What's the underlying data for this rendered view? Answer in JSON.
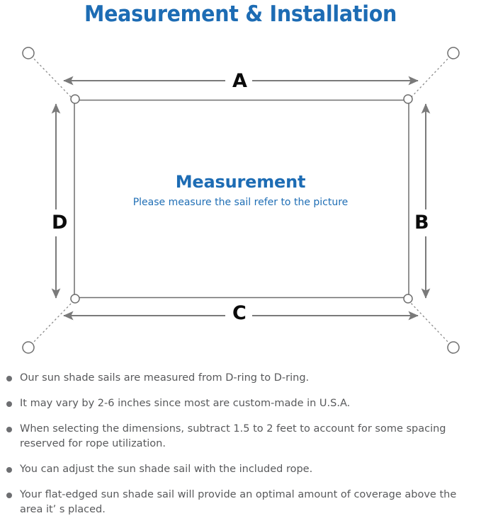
{
  "page": {
    "title": "Measurement & Installation",
    "title_color": "#1d6cb4"
  },
  "diagram": {
    "name": "sun-shade-sail-measurement-diagram",
    "center_heading": "Measurement",
    "center_subtext": "Please measure the sail refer to the picture",
    "dimension_labels": {
      "top": "A",
      "right": "B",
      "bottom": "C",
      "left": "D"
    },
    "line_color": "#7a7a7a",
    "sail_edge_color": "#6f6f6f",
    "anchor_count": 4,
    "d_ring_count": 4
  },
  "notes": {
    "bullet_color": "#6d6e71",
    "items": [
      "Our sun shade sails are measured from D-ring to D-ring.",
      "It may vary by 2-6 inches since most are custom-made in U.S.A.",
      "When selecting the dimensions, subtract 1.5 to 2 feet to account for some spacing reserved for rope utilization.",
      "You can adjust the sun shade sail with the included rope.",
      "Your flat-edged sun shade sail will provide an optimal amount of coverage above the area it’ s placed."
    ]
  }
}
